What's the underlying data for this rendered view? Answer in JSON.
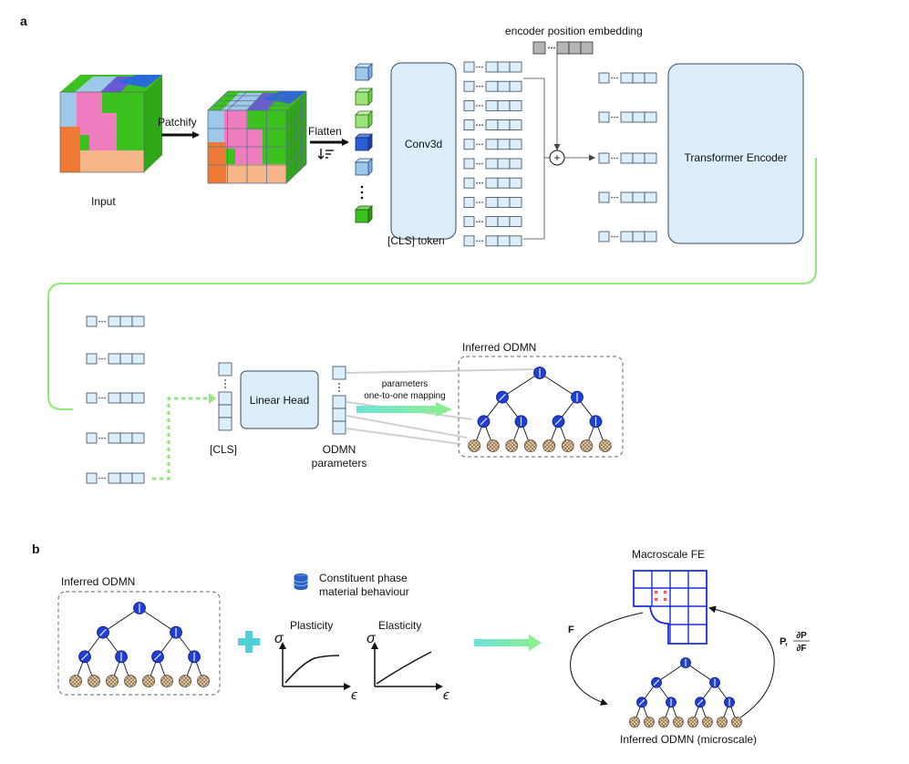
{
  "panel_a": {
    "label": "a",
    "input_label": "Input",
    "patchify_label": "Patchify",
    "flatten_label": "Flatten",
    "conv_label": "Conv3d",
    "cls_token_label": "[CLS] token",
    "pos_embed_label": "encoder position embedding",
    "plus_symbol": "+",
    "transformer_label": "Transformer Encoder",
    "cls_label": "[CLS]",
    "linear_head_label": "Linear Head",
    "odmn_params_label_1": "ODMN",
    "odmn_params_label_2": "parameters",
    "mapping_label_1": "parameters",
    "mapping_label_2": "one-to-one mapping",
    "inferred_odmn_label": "Inferred ODMN"
  },
  "panel_b": {
    "label": "b",
    "inferred_odmn_label": "Inferred ODMN",
    "constituent_label_1": "Constituent phase",
    "constituent_label_2": "material behaviour",
    "plasticity_label": "Plasticity",
    "elasticity_label": "Elasticity",
    "sigma_symbol": "σ",
    "epsilon_symbol": "ϵ",
    "macroscale_label": "Macroscale FE",
    "f_label": "F",
    "p_label": "P,",
    "dp_label": "∂P",
    "df_label": "∂F",
    "microscale_label": "Inferred ODMN (microscale)"
  },
  "colors": {
    "token_fill": "#dbeefa",
    "token_stroke": "#3a4a5a",
    "node_blue": "#1f3fd6",
    "leaf_fill": "#e9cfa8",
    "green_line": "#8ee87a",
    "teal_plus": "#4fd0d6",
    "cube_pink": "#f07cc0",
    "cube_green": "#3cc21e",
    "cube_orange": "#ee7a35",
    "cube_peach": "#f7b58a",
    "cube_lightblue": "#9ec8ea",
    "cube_purple": "#6a5ad6",
    "grid_blue": "#1a2fd8"
  }
}
